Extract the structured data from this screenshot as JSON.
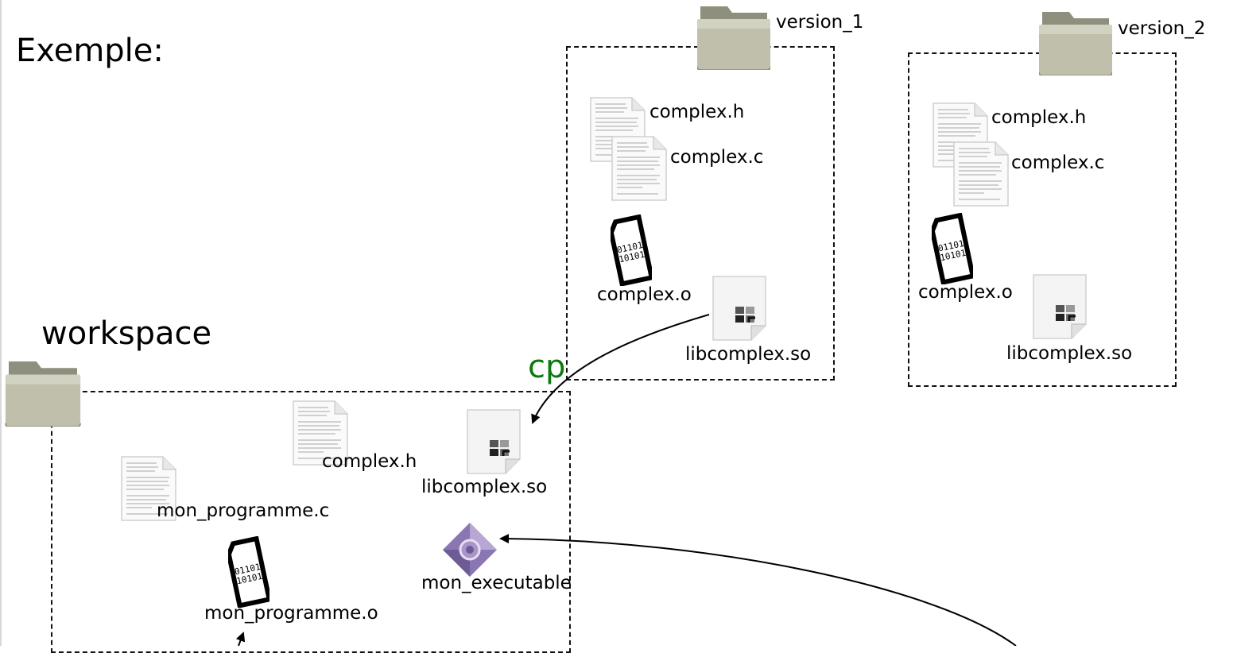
{
  "heading": "Exemple:",
  "workspace": {
    "title": "workspace",
    "files": {
      "complex_h": "complex.h",
      "mon_programme_c": "mon_programme.c",
      "mon_programme_o": "mon_programme.o",
      "libcomplex_so": "libcomplex.so",
      "mon_executable": "mon_executable"
    }
  },
  "version_1": {
    "title": "version_1",
    "files": {
      "complex_h": "complex.h",
      "complex_c": "complex.c",
      "complex_o": "complex.o",
      "libcomplex_so": "libcomplex.so"
    }
  },
  "version_2": {
    "title": "version_2",
    "files": {
      "complex_h": "complex.h",
      "complex_c": "complex.c",
      "complex_o": "complex.o",
      "libcomplex_so": "libcomplex.so"
    }
  },
  "copy_label": "cp",
  "colors": {
    "copy_label": "#0a7a0a",
    "folder": "#b9b9a6",
    "executable": "#8a73b0"
  },
  "icons": {
    "folder": "folder-icon",
    "text_file": "text-file-icon",
    "object_file": "binary-file-icon",
    "shared_lib": "shared-library-icon",
    "executable": "executable-icon"
  }
}
